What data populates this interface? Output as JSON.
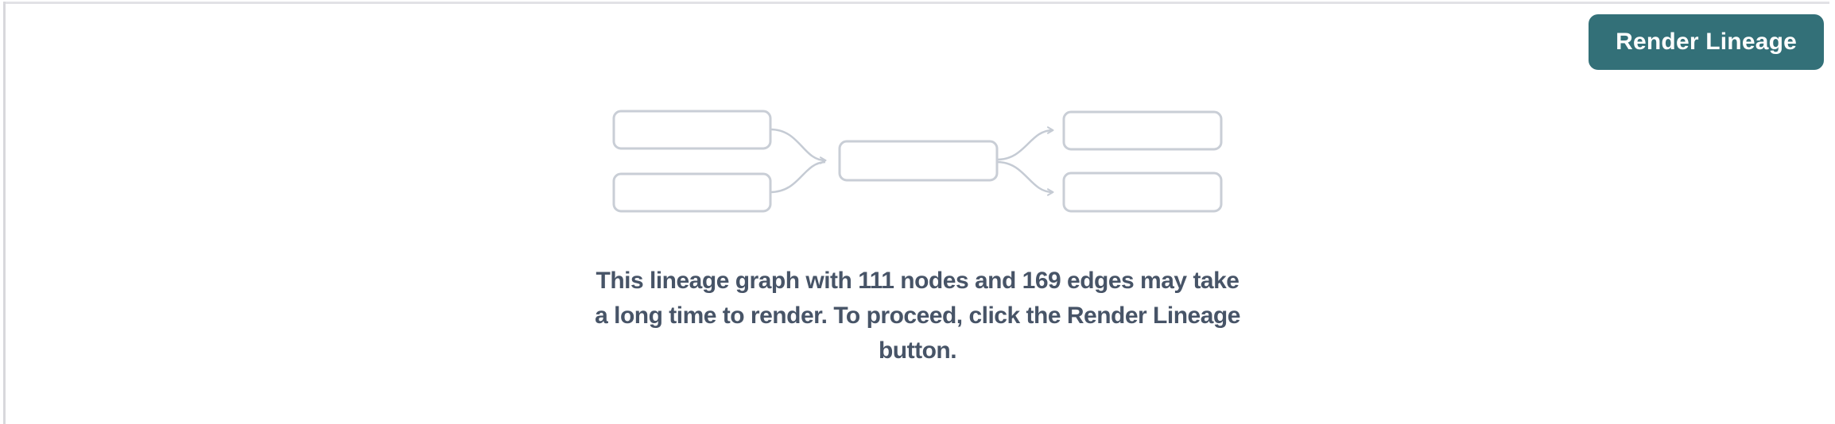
{
  "panel": {
    "background_color": "#ffffff",
    "top_border_color": "#e2e2e6",
    "left_border_color": "#d8d8dc"
  },
  "toolbar": {
    "render_lineage_button": {
      "label": "Render Lineage",
      "background_color": "#337078",
      "text_color": "#ffffff"
    }
  },
  "placeholder": {
    "illustration": {
      "description": "lineage-graph-preview",
      "node_box_count": 5,
      "box_border_color": "#c9ced6",
      "edge_color": "#c5cbd4"
    },
    "message": {
      "full_text": "This lineage graph with 111 nodes and 169 edges may take a long time to render. To proceed, click the Render Lineage button.",
      "lines": [
        "This lineage graph with 111 nodes and 169 edges may take",
        "a long time to render. To proceed, click the Render Lineage",
        "button."
      ],
      "node_count": 111,
      "edge_count": 169,
      "text_color": "#475467"
    }
  }
}
